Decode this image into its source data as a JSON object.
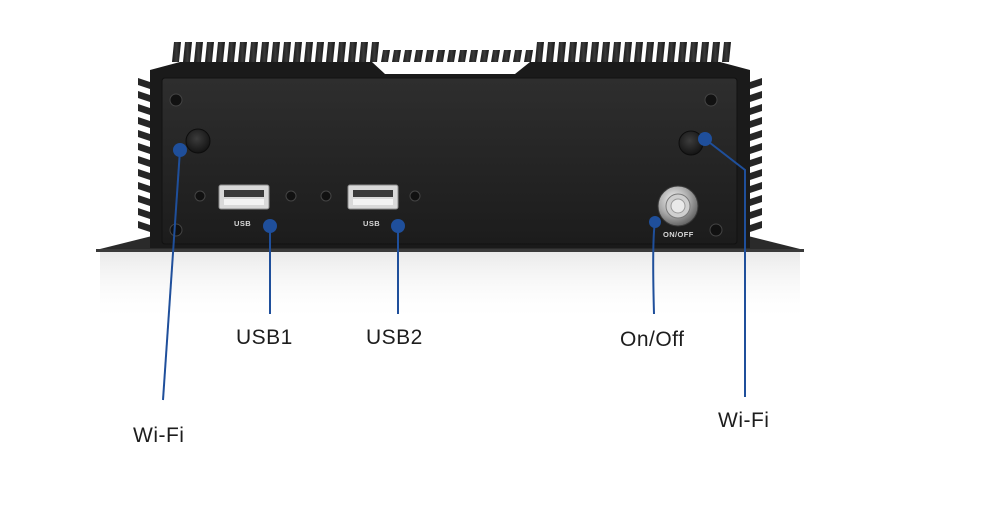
{
  "device": {
    "port_labels": {
      "usb_left": "USB",
      "usb_right": "USB",
      "power": "ON/OFF"
    }
  },
  "callouts": {
    "wifi_left": "Wi-Fi",
    "usb1": "USB1",
    "usb2": "USB2",
    "on_off": "On/Off",
    "wifi_right": "Wi-Fi"
  },
  "colors": {
    "callout_blue": "#1f4f9b",
    "chassis": "#1e1e1e",
    "panel": "#262626"
  }
}
